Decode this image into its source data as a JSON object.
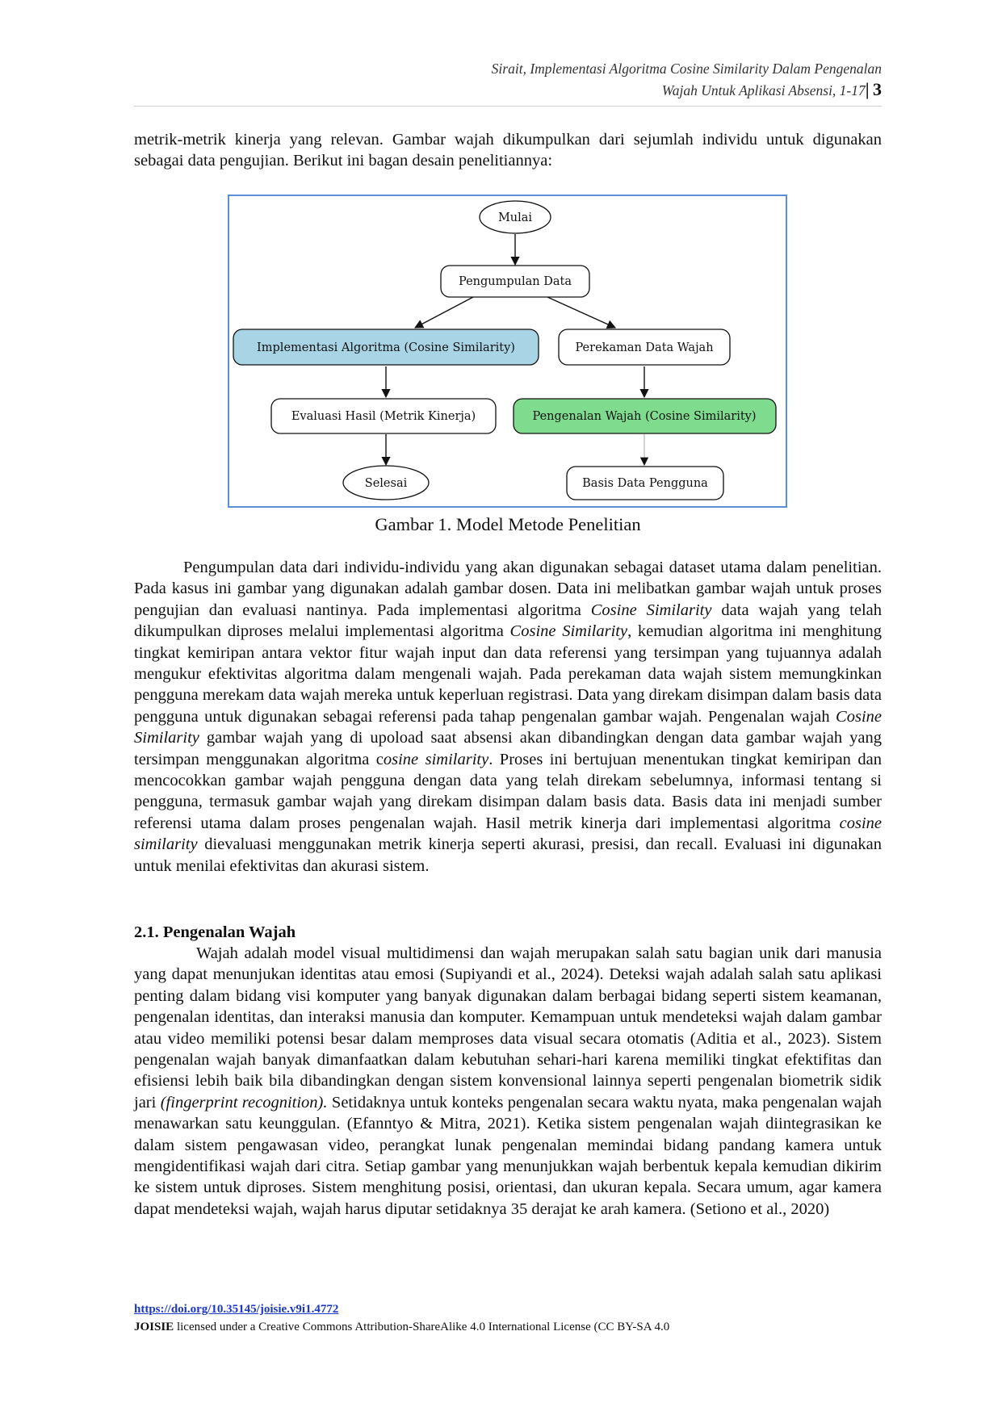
{
  "header": {
    "line1": "Sirait, Implementasi Algoritma Cosine Similarity Dalam Pengenalan",
    "line2": "Wajah Untuk Aplikasi Absensi, 1-17",
    "separator": "|",
    "page_number": "3"
  },
  "intro": {
    "text": "metrik-metrik kinerja yang relevan. Gambar wajah dikumpulkan dari sejumlah individu untuk digunakan sebagai data pengujian. Berikut ini bagan desain penelitiannya:"
  },
  "figure": {
    "caption": "Gambar 1. Model Metode Penelitian",
    "colors": {
      "border": "#5b8fd4",
      "blue_node": "#a8d4e6",
      "green_node": "#7fdc8f"
    },
    "nodes": {
      "start": "Mulai",
      "collect": "Pengumpulan Data",
      "implement": "Implementasi Algoritma (Cosine Similarity)",
      "record": "Perekaman Data Wajah",
      "evaluate": "Evaluasi Hasil (Metrik Kinerja)",
      "recognize": "Pengenalan Wajah (Cosine Similarity)",
      "finish": "Selesai",
      "database": "Basis Data Pengguna"
    }
  },
  "body": {
    "p1": {
      "s1": "Pengumpulan data dari individu-individu yang akan digunakan sebagai dataset utama dalam penelitian. Pada kasus ini gambar yang digunakan adalah gambar dosen. Data ini melibatkan gambar wajah untuk proses pengujian dan evaluasi nantinya. Pada implementasi algoritma ",
      "i1": "Cosine Similarity",
      "s2": " data wajah yang telah dikumpulkan diproses melalui implementasi algoritma ",
      "i2": "Cosine Similarity",
      "s3": ", kemudian algoritma ini menghitung tingkat kemiripan antara vektor fitur wajah input dan data referensi yang tersimpan yang tujuannya adalah mengukur efektivitas algoritma dalam mengenali wajah. Pada perekaman data wajah sistem memungkinkan pengguna merekam data wajah mereka untuk keperluan registrasi. Data yang direkam disimpan dalam basis data pengguna untuk digunakan sebagai referensi pada tahap pengenalan gambar wajah. Pengenalan wajah ",
      "i3": "Cosine Similarity",
      "s4": " gambar wajah yang di upoload saat absensi akan dibandingkan dengan data gambar wajah yang tersimpan menggunakan algoritma c",
      "i4": "osine similarity",
      "s5": ". Proses ini bertujuan menentukan tingkat kemiripan dan mencocokkan gambar wajah pengguna dengan data yang telah direkam sebelumnya, informasi tentang si pengguna, termasuk gambar wajah yang direkam disimpan dalam basis data. Basis data ini menjadi sumber referensi utama dalam proses pengenalan wajah. Hasil metrik kinerja dari implementasi algoritma ",
      "i5": "cosine similarity",
      "s6": " dievaluasi menggunakan metrik kinerja seperti akurasi, presisi, dan recall. Evaluasi ini digunakan untuk menilai efektivitas dan akurasi sistem."
    },
    "section_title": "2.1. Pengenalan Wajah",
    "p2": {
      "s1": "Wajah adalah model visual multidimensi dan wajah merupakan salah satu bagian unik dari manusia yang dapat menunjukan identitas atau emosi (Supiyandi et al., 2024). Deteksi wajah adalah salah satu aplikasi penting dalam bidang visi komputer yang banyak digunakan dalam berbagai bidang seperti sistem keamanan, pengenalan identitas, dan interaksi manusia dan komputer. Kemampuan untuk mendeteksi wajah dalam gambar atau video memiliki potensi besar dalam memproses data visual secara otomatis (Aditia et al., 2023). Sistem pengenalan wajah banyak dimanfaatkan dalam kebutuhan sehari-hari karena memiliki tingkat efektifitas dan efisiensi lebih baik bila dibandingkan dengan sistem konvensional lainnya seperti pengenalan biometrik sidik jari ",
      "i1": "(fingerprint recognition).",
      "s2": " Setidaknya untuk konteks pengenalan secara waktu nyata, maka pengenalan wajah menawarkan satu keunggulan. (Efanntyo & Mitra, 2021). Ketika sistem pengenalan wajah diintegrasikan ke dalam sistem pengawasan video, perangkat lunak pengenalan memindai bidang pandang kamera untuk mengidentifikasi wajah dari citra. Setiap gambar yang menunjukkan wajah berbentuk kepala kemudian dikirim ke sistem untuk diproses. Sistem menghitung posisi, orientasi, dan ukuran kepala. Secara umum, agar kamera dapat mendeteksi wajah, wajah harus diputar setidaknya 35 derajat ke arah kamera. (Setiono et al., 2020)"
    }
  },
  "footer": {
    "doi": "https://doi.org/10.35145/joisie.v9i1.4772",
    "journal": "JOISIE",
    "license": " licensed under a Creative Commons Attribution-ShareAlike 4.0 International License (CC BY-SA 4.0"
  }
}
